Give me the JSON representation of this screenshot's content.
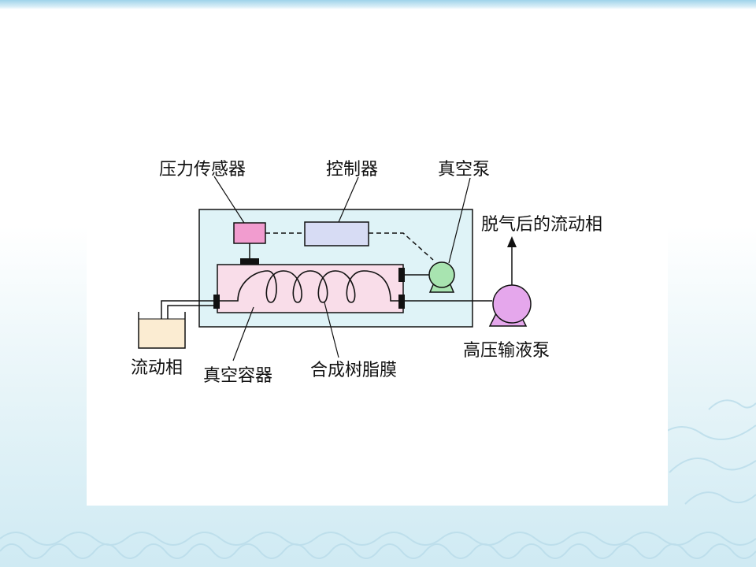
{
  "diagram": {
    "labels": {
      "pressure_sensor": "压力传感器",
      "controller": "控制器",
      "vacuum_pump": "真空泵",
      "degassed_mobile_phase": "脱气后的流动相",
      "mobile_phase": "流动相",
      "vacuum_chamber": "真空容器",
      "synthetic_resin_membrane": "合成树脂膜",
      "high_pressure_pump": "高压输液泵"
    },
    "colors": {
      "outer_box": "#dff3f7",
      "chamber": "#f9dde9",
      "sensor": "#f19ccf",
      "controller": "#d7dcf4",
      "vacuum_pump": "#a8e4b0",
      "hp_pump": "#e5a7ec",
      "reservoir": "#fbecd2"
    }
  }
}
